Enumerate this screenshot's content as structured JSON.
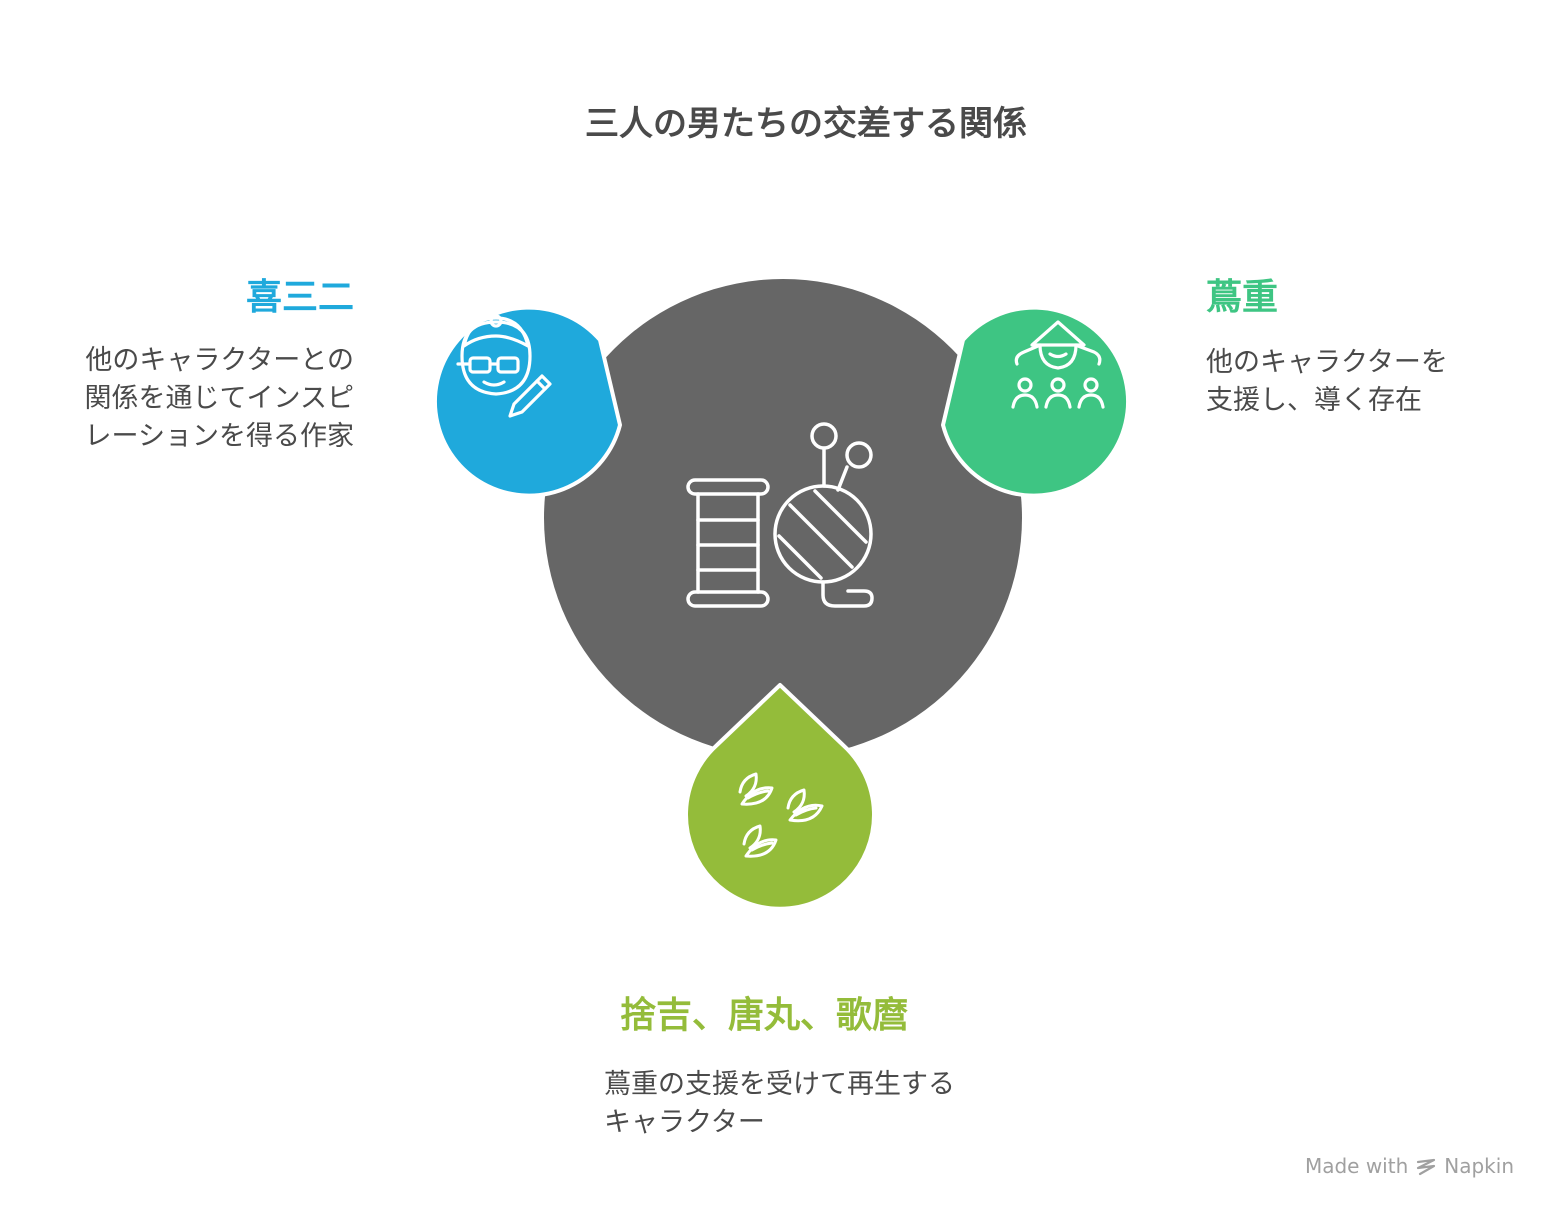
{
  "title": "三人の男たちの交差する関係",
  "colors": {
    "center": "#666666",
    "left": "#1fa9dc",
    "right": "#3ec583",
    "bottom": "#94bc3a",
    "icon_stroke": "#ffffff"
  },
  "center": {
    "icon": "thread-spool-and-yarn-ball-icon"
  },
  "nodes": {
    "left": {
      "heading": "喜三二",
      "desc": [
        "他のキャラクターとの",
        "関係を通じてインスピ",
        "レーションを得る作家"
      ],
      "icon": "writer-with-glasses-and-pen-icon"
    },
    "right": {
      "heading": "蔦重",
      "desc": [
        "他のキャラクターを",
        "支援し、導く存在"
      ],
      "icon": "mentor-with-students-icon"
    },
    "bottom": {
      "heading": "捨吉、唐丸、歌麿",
      "desc": [
        "蔦重の支援を受けて再生する",
        "キャラクター"
      ],
      "icon": "sprouting-leaves-icon"
    }
  },
  "footer": {
    "text": "Made with",
    "brand": "Napkin"
  }
}
